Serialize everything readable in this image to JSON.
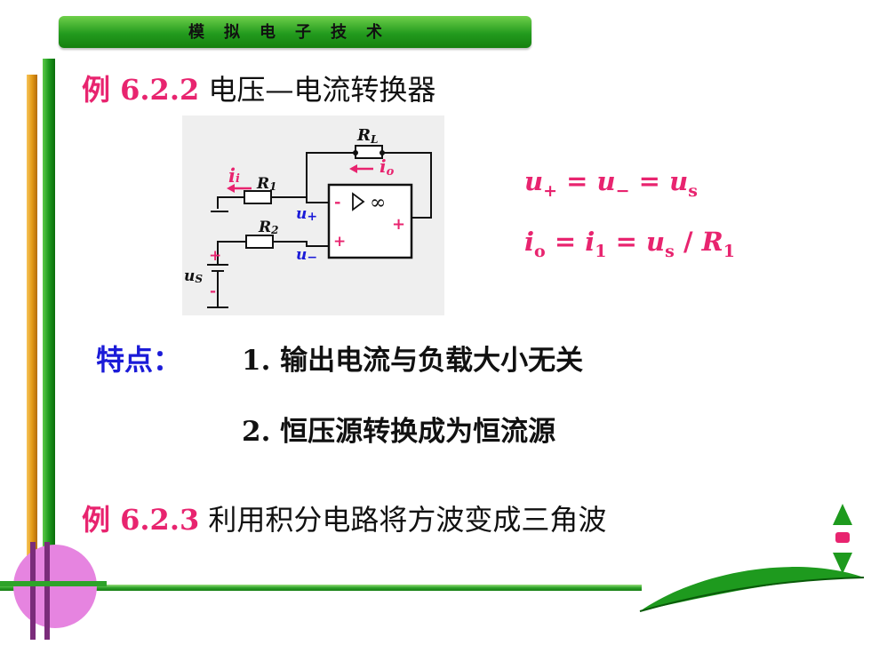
{
  "header": {
    "title": "模拟电子技术"
  },
  "example1": {
    "number": "例 6.2.2",
    "title": "电压—电流转换器"
  },
  "circuit": {
    "rl": "R",
    "rl_sub": "L",
    "r1": "R",
    "r1_sub": "1",
    "r2": "R",
    "r2_sub": "2",
    "ii": "i",
    "ii_sub": "i",
    "io": "i",
    "io_sub": "o",
    "uplus": "u",
    "uplus_sub": "+",
    "uminus": "u",
    "uminus_sub": "−",
    "us": "u",
    "us_sub": "S",
    "infinity": "∞",
    "minus_sign": "-",
    "plus_sign": "+",
    "plus_sign_bottom": "+",
    "out_plus": "+",
    "bat_plus": "+",
    "bat_minus": "-"
  },
  "equations": {
    "eq1": {
      "u": "u",
      "plus": "+",
      "eq": "=",
      "minus": "−",
      "eq2": "=",
      "s": "s"
    },
    "eq2": {
      "i": "i",
      "o": "o",
      "eq": "=",
      "one": "1",
      "eq2": "=",
      "u": "u",
      "s": "s",
      "slash": "/",
      "R": "R",
      "r_sub": "1"
    }
  },
  "features": {
    "label": "特点：",
    "item1": "1. 输出电流与负载大小无关",
    "item2": "2. 恒压源转换成为恒流源"
  },
  "example2": {
    "number": "例 6.2.3",
    "title": "利用积分电路将方波变成三角波"
  },
  "colors": {
    "accent": "#e8246f",
    "blue": "#1b1bd8",
    "green": "#1e9a1e",
    "orange": "#e39a16",
    "circle": "#e684e0"
  }
}
